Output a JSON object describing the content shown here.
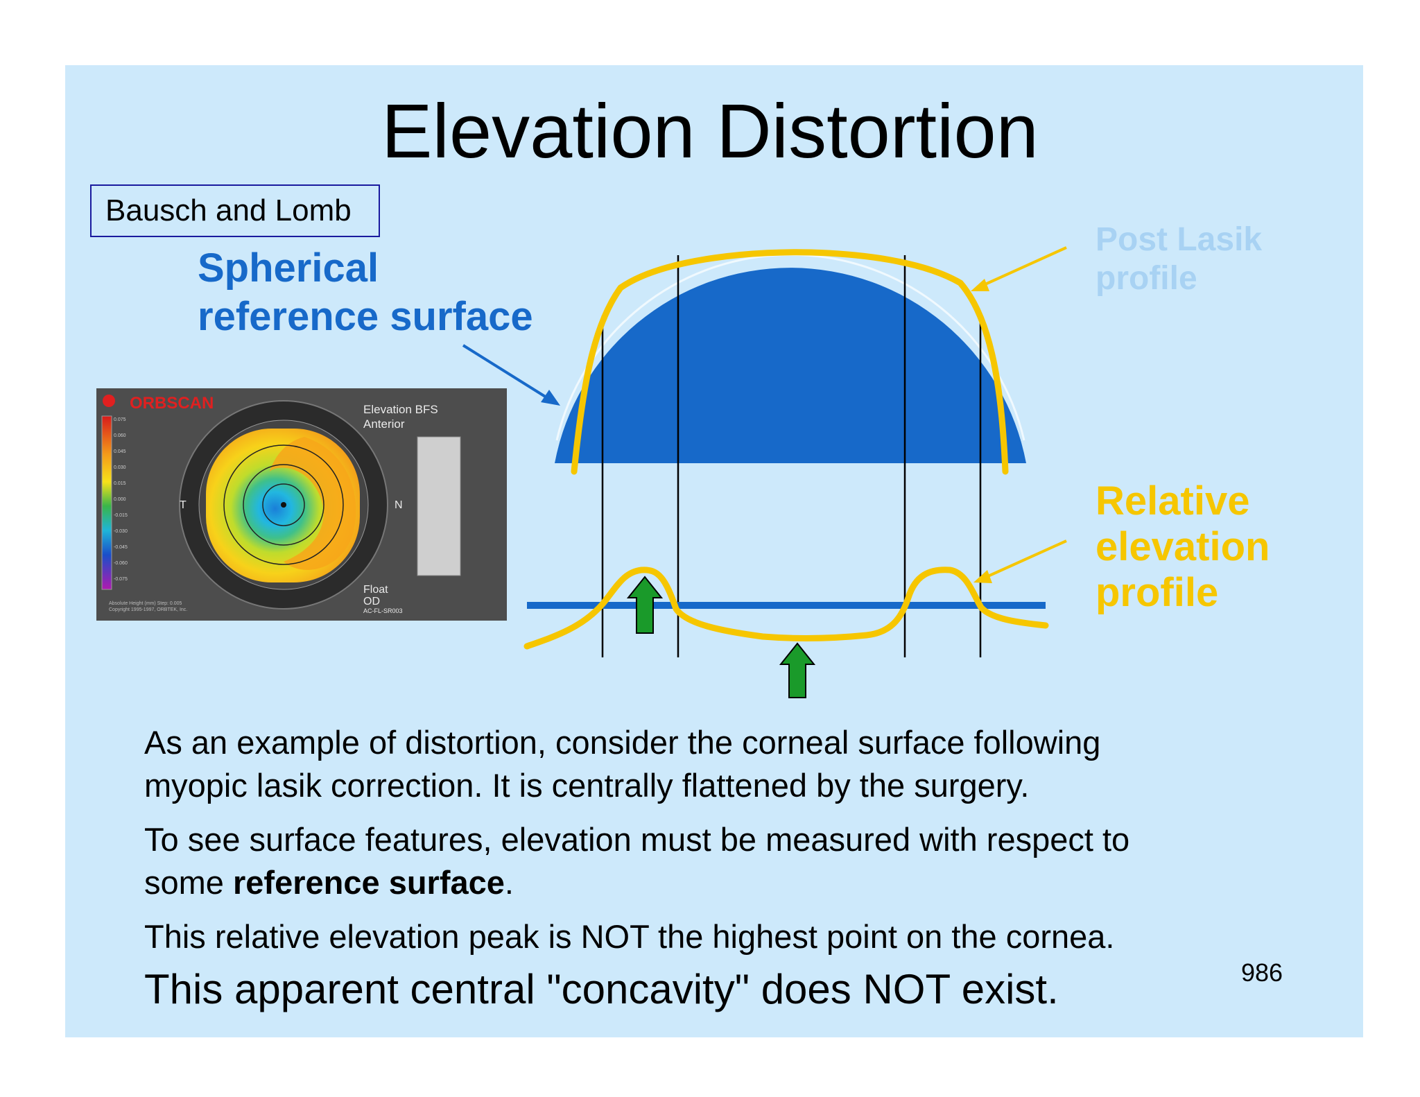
{
  "title": "Elevation Distortion",
  "source_label": "Bausch and Lomb",
  "labels": {
    "spherical_line1": "Spherical",
    "spherical_line2": "reference surface",
    "post_lasik_line1": "Post Lasik",
    "post_lasik_line2": "profile",
    "relative_line1": "Relative",
    "relative_line2": "elevation",
    "relative_line3": "profile"
  },
  "orbscan": {
    "brand": "ORBSCAN",
    "map_title_line1": "Elevation BFS",
    "map_title_line2": "Anterior",
    "float_label": "Float",
    "eye_label": "OD",
    "code": "AC-FL-SR003",
    "side_left": "T",
    "side_right": "N",
    "scale_values": [
      "0.075",
      "0.060",
      "0.045",
      "0.030",
      "0.015",
      "0.000",
      "-0.015",
      "-0.030",
      "-0.045",
      "-0.060",
      "-0.075"
    ],
    "footer_line1": "Absolute Height (mm) Step: 0.005",
    "footer_line2": "Copyright 1995-1997, ORBTEK, Inc."
  },
  "paragraphs": {
    "p1_line1": "As an example of distortion, consider the corneal surface following",
    "p1_line2": "myopic lasik correction.  It is centrally flattened by the surgery.",
    "p2_line1": "To see surface features, elevation must be measured with respect to",
    "p2_line2_pre": "some ",
    "p2_line2_bold": "reference surface",
    "p2_line2_post": ".",
    "p3": "This relative elevation peak is NOT the highest point on the cornea.",
    "p4": "This apparent central \"concavity\" does NOT exist."
  },
  "page_number": "986",
  "colors": {
    "slide_bg": "#cde9fb",
    "reference_surface": "#1769c9",
    "profile_yellow": "#f6c600",
    "arrow_green": "#1a9a2a",
    "post_lasik_text": "#a8d2f3"
  }
}
